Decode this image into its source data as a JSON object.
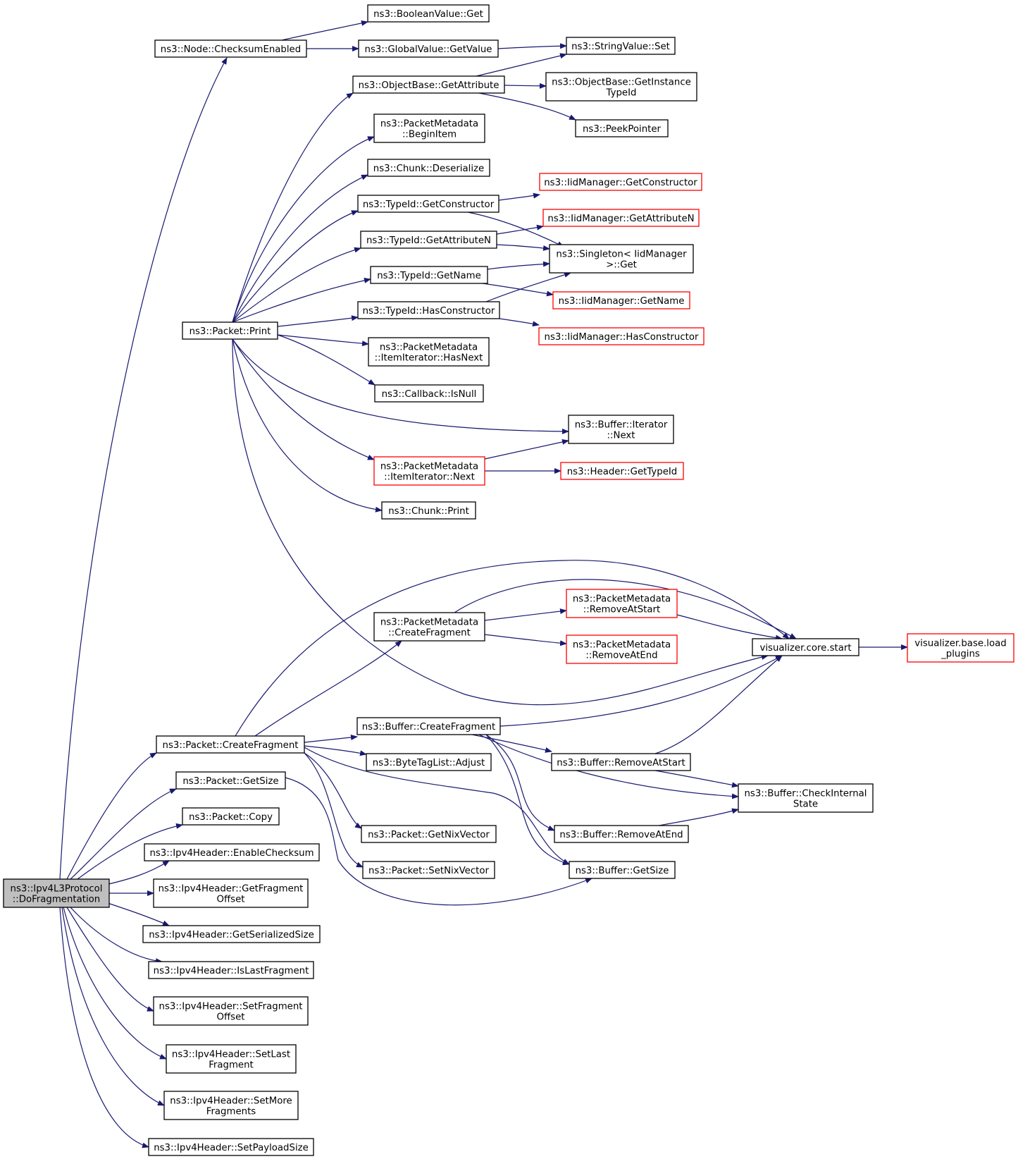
{
  "diagram": {
    "colors": {
      "edge": "#191970",
      "node_border": "#000000",
      "truncated_border": "#ff0000",
      "root_fill": "#bfbfbf"
    },
    "nodes": {
      "root": {
        "lines": [
          "ns3::Ipv4L3Protocol",
          "::DoFragmentation"
        ],
        "style": "root"
      },
      "checksumEnabled": {
        "lines": [
          "ns3::Node::ChecksumEnabled"
        ]
      },
      "booleanGet": {
        "lines": [
          "ns3::BooleanValue::Get"
        ]
      },
      "globalGetValue": {
        "lines": [
          "ns3::GlobalValue::GetValue"
        ]
      },
      "stringSet": {
        "lines": [
          "ns3::StringValue::Set"
        ]
      },
      "objGetAttribute": {
        "lines": [
          "ns3::ObjectBase::GetAttribute"
        ]
      },
      "objGetInstanceTypeId": {
        "lines": [
          "ns3::ObjectBase::GetInstance",
          "TypeId"
        ]
      },
      "peekPointer": {
        "lines": [
          "ns3::PeekPointer"
        ]
      },
      "pmBeginItem": {
        "lines": [
          "ns3::PacketMetadata",
          "::BeginItem"
        ]
      },
      "chunkDeserialize": {
        "lines": [
          "ns3::Chunk::Deserialize"
        ]
      },
      "typeGetConstructor": {
        "lines": [
          "ns3::TypeId::GetConstructor"
        ]
      },
      "iidGetConstructor": {
        "lines": [
          "ns3::IidManager::GetConstructor"
        ],
        "style": "red"
      },
      "iidGetAttributeN": {
        "lines": [
          "ns3::IidManager::GetAttributeN"
        ],
        "style": "red"
      },
      "typeGetAttributeN": {
        "lines": [
          "ns3::TypeId::GetAttributeN"
        ]
      },
      "singletonGet": {
        "lines": [
          "ns3::Singleton< IidManager",
          ">::Get"
        ]
      },
      "typeGetName": {
        "lines": [
          "ns3::TypeId::GetName"
        ]
      },
      "iidGetName": {
        "lines": [
          "ns3::IidManager::GetName"
        ],
        "style": "red"
      },
      "typeHasConstructor": {
        "lines": [
          "ns3::TypeId::HasConstructor"
        ]
      },
      "iidHasConstructor": {
        "lines": [
          "ns3::IidManager::HasConstructor"
        ],
        "style": "red"
      },
      "packetPrint": {
        "lines": [
          "ns3::Packet::Print"
        ]
      },
      "pmHasNext": {
        "lines": [
          "ns3::PacketMetadata",
          "::ItemIterator::HasNext"
        ]
      },
      "callbackIsNull": {
        "lines": [
          "ns3::Callback::IsNull"
        ]
      },
      "bufIterNext": {
        "lines": [
          "ns3::Buffer::Iterator",
          "::Next"
        ]
      },
      "pmNext": {
        "lines": [
          "ns3::PacketMetadata",
          "::ItemIterator::Next"
        ],
        "style": "red"
      },
      "headerGetTypeId": {
        "lines": [
          "ns3::Header::GetTypeId"
        ],
        "style": "red"
      },
      "chunkPrint": {
        "lines": [
          "ns3::Chunk::Print"
        ]
      },
      "pmCreateFragment": {
        "lines": [
          "ns3::PacketMetadata",
          "::CreateFragment"
        ]
      },
      "pmRemoveAtStart": {
        "lines": [
          "ns3::PacketMetadata",
          "::RemoveAtStart"
        ],
        "style": "red"
      },
      "pmRemoveAtEnd": {
        "lines": [
          "ns3::PacketMetadata",
          "::RemoveAtEnd"
        ],
        "style": "red"
      },
      "vizStart": {
        "lines": [
          "visualizer.core.start"
        ]
      },
      "vizLoadPlugins": {
        "lines": [
          "visualizer.base.load",
          "_plugins"
        ],
        "style": "red"
      },
      "packetCreateFragment": {
        "lines": [
          "ns3::Packet::CreateFragment"
        ]
      },
      "bufCreateFragment": {
        "lines": [
          "ns3::Buffer::CreateFragment"
        ]
      },
      "byteTagAdjust": {
        "lines": [
          "ns3::ByteTagList::Adjust"
        ]
      },
      "bufRemoveAtStart": {
        "lines": [
          "ns3::Buffer::RemoveAtStart"
        ]
      },
      "bufCheckInternal": {
        "lines": [
          "ns3::Buffer::CheckInternal",
          "State"
        ]
      },
      "packetGetSize": {
        "lines": [
          "ns3::Packet::GetSize"
        ]
      },
      "packetCopy": {
        "lines": [
          "ns3::Packet::Copy"
        ]
      },
      "getNixVector": {
        "lines": [
          "ns3::Packet::GetNixVector"
        ]
      },
      "bufRemoveAtEnd": {
        "lines": [
          "ns3::Buffer::RemoveAtEnd"
        ]
      },
      "setNixVector": {
        "lines": [
          "ns3::Packet::SetNixVector"
        ]
      },
      "bufGetSize": {
        "lines": [
          "ns3::Buffer::GetSize"
        ]
      },
      "enableChecksum": {
        "lines": [
          "ns3::Ipv4Header::EnableChecksum"
        ]
      },
      "getFragmentOffset": {
        "lines": [
          "ns3::Ipv4Header::GetFragment",
          "Offset"
        ]
      },
      "getSerializedSize": {
        "lines": [
          "ns3::Ipv4Header::GetSerializedSize"
        ]
      },
      "isLastFragment": {
        "lines": [
          "ns3::Ipv4Header::IsLastFragment"
        ]
      },
      "setFragmentOffset": {
        "lines": [
          "ns3::Ipv4Header::SetFragment",
          "Offset"
        ]
      },
      "setLastFragment": {
        "lines": [
          "ns3::Ipv4Header::SetLast",
          "Fragment"
        ]
      },
      "setMoreFragments": {
        "lines": [
          "ns3::Ipv4Header::SetMore",
          "Fragments"
        ]
      },
      "setPayloadSize": {
        "lines": [
          "ns3::Ipv4Header::SetPayloadSize"
        ]
      }
    }
  }
}
